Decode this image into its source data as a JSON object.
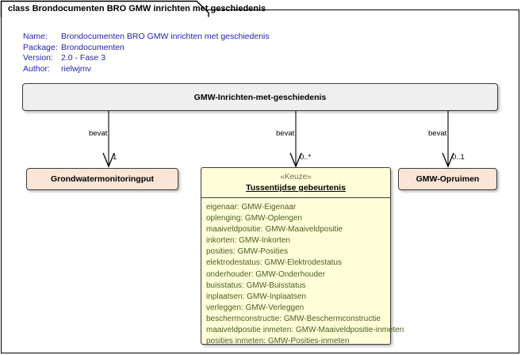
{
  "tab": {
    "label": "class Brondocumenten BRO GMW inrichten met geschiedenis"
  },
  "meta": [
    {
      "key": "Name:",
      "value": "Brondocumenten BRO GMW inrichten met geschiedenis"
    },
    {
      "key": "Package:",
      "value": "Brondocumenten"
    },
    {
      "key": "Version:",
      "value": "2.0 - Fase 3"
    },
    {
      "key": "Author:",
      "value": "rielwjmv"
    }
  ],
  "main_class": {
    "name": "GMW-Inrichten-met-geschiedenis"
  },
  "left_class": {
    "name": "Grondwatermonitoringput"
  },
  "right_class": {
    "name": "GMW-Opruimen"
  },
  "choice_class": {
    "stereotype": "«Keuze»",
    "name": "Tussentijdse gebeurtenis",
    "attributes": [
      "eigenaar: GMW-Eigenaar",
      "oplenging: GMW-Oplengen",
      "maaiveldpositie: GMW-Maaiveldpositie",
      "inkorten: GMW-Inkorten",
      "posities: GMW-Posities",
      "elektrodestatus: GMW-Elektrodestatus",
      "onderhouder: GMW-Onderhouder",
      "buisstatus: GMW-Buisstatus",
      "inplaatsen: GMW-Inplaatsen",
      "verleggen: GMW-Verleggen",
      "beschermconstructie: GMW-Beschermconstructie",
      "maaiveldpositie inmeten: GMW-Maaiveldpositie-inmeten",
      "posities inmeten: GMW-Posities-inmeten"
    ]
  },
  "connectors": [
    {
      "name": "bevat",
      "multiplicity": "1"
    },
    {
      "name": "bevat",
      "multiplicity": "0..*"
    },
    {
      "name": "bevat",
      "multiplicity": "0..1"
    }
  ],
  "colors": {
    "main_box": "#efefef",
    "side_box": "#fbe5d6",
    "choice_box": "#feffd9",
    "meta_text": "#2323a8",
    "attr_text": "#4f5c22",
    "border": "#3d3d3d"
  }
}
